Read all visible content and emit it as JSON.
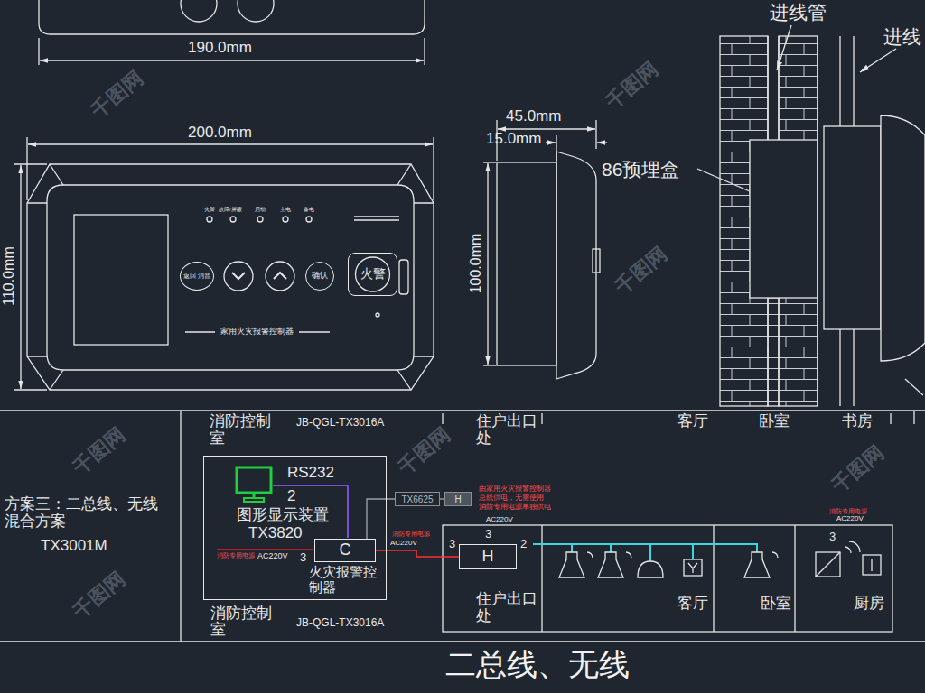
{
  "diagram": {
    "caption": "二总线、无线",
    "nodes": [
      {
        "text": [
          "家用火灾报警控制器"
        ]
      },
      {
        "text": [
          "返回 消音"
        ],
        "in": 0
      },
      {
        "text": [
          "确认"
        ],
        "in": 0
      },
      {
        "text": [
          "火警"
        ],
        "in": 0
      },
      {
        "text": [
          "消防控制室"
        ]
      },
      {
        "text": [
          "C"
        ],
        "in": 4
      },
      {
        "text": [
          "TX6625"
        ]
      },
      {
        "text": [
          "H"
        ]
      },
      {
        "text": [
          "H"
        ]
      }
    ],
    "edges": [
      {
        "from": 5,
        "to": 8,
        "arrow": "none"
      },
      {
        "from": 5,
        "to": 6,
        "arrow": "none"
      },
      {
        "from": 6,
        "to": 7,
        "arrow": "none"
      }
    ],
    "labels": [
      "190.0mm",
      "200.0mm",
      "110.0mm",
      "45.0mm",
      "15.0mm",
      "100.0mm",
      "86预埋盒",
      "进线管",
      "进线",
      "火警",
      "故障/屏蔽",
      "启动",
      "主电",
      "备电",
      "消防控制室",
      "JB-QGL-TX3016A",
      "住户出口处",
      "客厅",
      "卧室",
      "书房",
      "方案三：二总线、无线混合方案",
      "TX3001M",
      "RS232",
      "2",
      "图形显示装置",
      "TX3820",
      "消防专用电源",
      "AC220V",
      "3",
      "火灾报警控制器",
      "JB-QGL-TX3016A",
      "消防专用电源",
      "AC220V",
      "3",
      "2",
      "由家用火灾报警控制器",
      "总线供电，无需使用",
      "消防专用电源单独供电",
      "AC220V",
      "3",
      "住户出口处",
      "客厅",
      "卧室",
      "厨房",
      "消防专用电源",
      "AC220V",
      "3",
      "千图网",
      "千图网",
      "千图网",
      "千图网",
      "千图网",
      "千图网",
      "千图网"
    ]
  }
}
